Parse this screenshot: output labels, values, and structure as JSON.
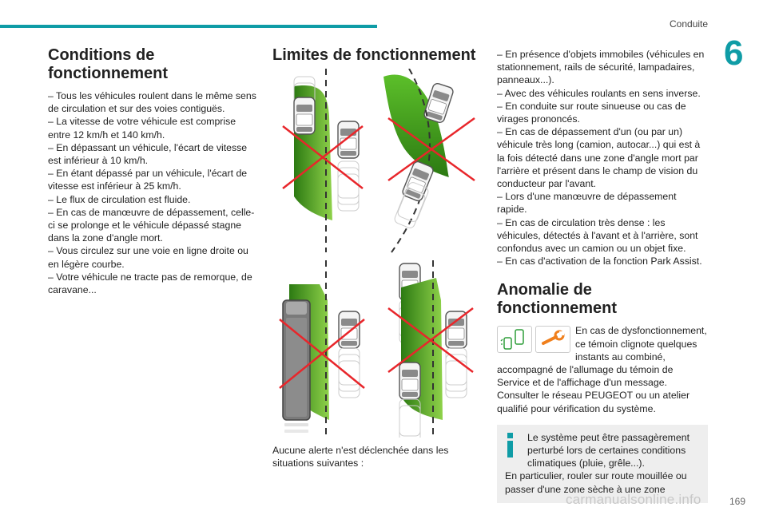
{
  "header": {
    "section": "Conduite",
    "chapter": "6",
    "page": "169"
  },
  "watermark": "carmanualsonline.info",
  "conditions": {
    "title": "Conditions de fonctionnement",
    "items": [
      "– Tous les véhicules roulent dans le même sens de circulation et sur des voies contiguës.",
      "– La vitesse de votre véhicule est comprise entre 12 km/h et 140 km/h.",
      "– En dépassant un véhicule, l'écart de vitesse est inférieur à 10 km/h.",
      "– En étant dépassé par un véhicule, l'écart de vitesse est inférieur à 25 km/h.",
      "– Le flux de circulation est fluide.",
      "– En cas de manœuvre de dépassement, celle-ci se prolonge et le véhicule dépassé stagne dans la zone d'angle mort.",
      "– Vous circulez sur une voie en ligne droite ou en légère courbe.",
      "– Votre véhicule ne tracte pas de remorque, de caravane..."
    ]
  },
  "limits": {
    "title": "Limites de fonctionnement",
    "caption": "Aucune alerte n'est déclenchée dans les situations suivantes :",
    "items": [
      "– En présence d'objets immobiles (véhicules en stationnement, rails de sécurité, lampadaires, panneaux...).",
      "– Avec des véhicules roulants en sens inverse.",
      "– En conduite sur route sinueuse ou cas de virages prononcés.",
      "– En cas de dépassement d'un (ou par un) véhicule très long (camion, autocar...) qui est à la fois détecté dans une zone d'angle mort par l'arrière et présent dans le champ de vision du conducteur par l'avant.",
      "– Lors d'une manœuvre de dépassement rapide.",
      "– En cas de circulation très dense : les véhicules, détectés à l'avant et à l'arrière, sont confondus avec un camion ou un objet fixe.",
      "– En cas d'activation de la fonction Park Assist."
    ]
  },
  "malfunction": {
    "title": "Anomalie de fonctionnement",
    "icons": [
      "blind-spot-warning-icon",
      "wrench-service-icon"
    ],
    "text1": "En cas de dysfonctionnement, ce témoin clignote quelques instants au combiné, accompagné de l'allumage du témoin de Service et de l'affichage d'un message.",
    "text2": "Consulter le réseau PEUGEOT ou un atelier qualifié pour vérification du système.",
    "info_line1": "Le système peut être passagèrement perturbé lors de certaines conditions climatiques (pluie, grêle...).",
    "info_line2": "En particulier, rouler sur route mouillée ou passer d'une zone sèche à une zone"
  },
  "colors": {
    "accent": "#0f9ca6",
    "zone_green": "#4caf26",
    "cross_red": "#e8262b"
  }
}
